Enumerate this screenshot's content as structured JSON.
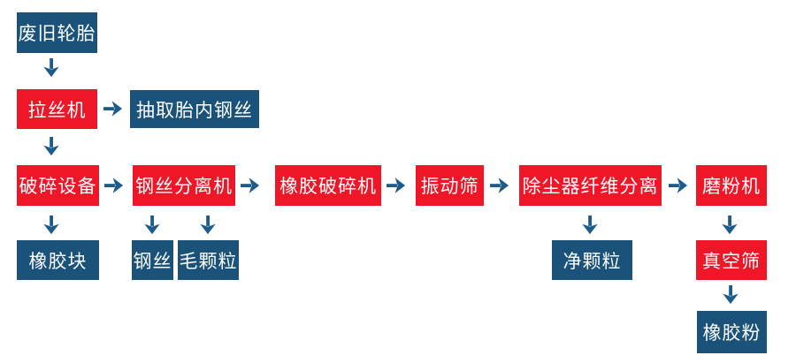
{
  "colors": {
    "equipment_box": "#ee1627",
    "material_box": "#1a527a",
    "arrow": "#1d5b89",
    "text": "#ffffff",
    "background": "#ffffff"
  },
  "nodes": [
    {
      "id": "waste-tire",
      "label": "废旧轮胎",
      "type": "material"
    },
    {
      "id": "wire-drawing-machine",
      "label": "拉丝机",
      "type": "equipment"
    },
    {
      "id": "extract-tire-steel-wire",
      "label": "抽取胎内钢丝",
      "type": "material"
    },
    {
      "id": "crushing-equipment",
      "label": "破碎设备",
      "type": "equipment"
    },
    {
      "id": "steel-wire-separator",
      "label": "钢丝分离机",
      "type": "equipment"
    },
    {
      "id": "rubber-crusher",
      "label": "橡胶破碎机",
      "type": "equipment"
    },
    {
      "id": "vibrating-screen",
      "label": "振动筛",
      "type": "equipment"
    },
    {
      "id": "dust-collector-fiber-separation",
      "label": "除尘器纤维分离",
      "type": "equipment"
    },
    {
      "id": "grinding-mill",
      "label": "磨粉机",
      "type": "equipment"
    },
    {
      "id": "rubber-block",
      "label": "橡胶块",
      "type": "material"
    },
    {
      "id": "steel-wire",
      "label": "钢丝",
      "type": "material"
    },
    {
      "id": "rough-granules",
      "label": "毛颗粒",
      "type": "material"
    },
    {
      "id": "clean-granules",
      "label": "净颗粒",
      "type": "material"
    },
    {
      "id": "vacuum-screen",
      "label": "真空筛",
      "type": "equipment"
    },
    {
      "id": "rubber-powder",
      "label": "橡胶粉",
      "type": "material"
    }
  ],
  "edges": [
    {
      "from": "waste-tire",
      "to": "wire-drawing-machine",
      "direction": "down"
    },
    {
      "from": "wire-drawing-machine",
      "to": "extract-tire-steel-wire",
      "direction": "right"
    },
    {
      "from": "wire-drawing-machine",
      "to": "crushing-equipment",
      "direction": "down"
    },
    {
      "from": "crushing-equipment",
      "to": "steel-wire-separator",
      "direction": "right"
    },
    {
      "from": "crushing-equipment",
      "to": "rubber-block",
      "direction": "down"
    },
    {
      "from": "steel-wire-separator",
      "to": "rubber-crusher",
      "direction": "right"
    },
    {
      "from": "steel-wire-separator",
      "to": "steel-wire",
      "direction": "down"
    },
    {
      "from": "steel-wire-separator",
      "to": "rough-granules",
      "direction": "down"
    },
    {
      "from": "rubber-crusher",
      "to": "vibrating-screen",
      "direction": "right"
    },
    {
      "from": "vibrating-screen",
      "to": "dust-collector-fiber-separation",
      "direction": "right"
    },
    {
      "from": "dust-collector-fiber-separation",
      "to": "grinding-mill",
      "direction": "right"
    },
    {
      "from": "dust-collector-fiber-separation",
      "to": "clean-granules",
      "direction": "down"
    },
    {
      "from": "grinding-mill",
      "to": "vacuum-screen",
      "direction": "down"
    },
    {
      "from": "vacuum-screen",
      "to": "rubber-powder",
      "direction": "down"
    }
  ]
}
